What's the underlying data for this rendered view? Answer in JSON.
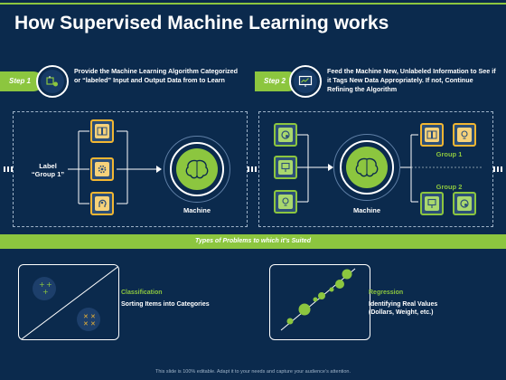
{
  "title": "How Supervised Machine Learning works",
  "steps": [
    {
      "label": "Step 1",
      "icon": "machine-learning-icon",
      "text": "Provide the Machine Learning Algorithm Categorized or “labeled” Input and Output Data from to Learn"
    },
    {
      "label": "Step 2",
      "icon": "monitor-chart-icon",
      "text": "Feed the Machine New, Unlabeled Information to See if it Tags New Data Appropriately. If not, Continue Refining the Algorithm"
    }
  ],
  "left_panel": {
    "label_line1": "Label",
    "label_line2": "“Group 1”",
    "machine_label": "Machine",
    "icons": [
      "book-icon",
      "gear-icon",
      "brain-head-icon"
    ]
  },
  "right_panel": {
    "machine_label": "Machine",
    "group1": "Group 1",
    "group2": "Group 2",
    "input_icons": [
      "brain-gear-icon",
      "presentation-icon",
      "bulb-icon"
    ],
    "group1_icons": [
      "book-icon",
      "bulb-head-icon"
    ],
    "group2_icons": [
      "presentation-icon",
      "brain-gear-icon"
    ]
  },
  "types_banner": "Types of Problems to which it’s Suited",
  "classification": {
    "title": "Classification",
    "description": "Sorting Items into Categories"
  },
  "regression": {
    "title": "Regression",
    "description_line1": "Identifying Real Values",
    "description_line2": "(Dollars, Weight, etc.)"
  },
  "footer": "This slide is 100% editable. Adapt it to your needs and capture your audience’s attention.",
  "colors": {
    "background": "#0b2a4d",
    "accent_green": "#8cc63f",
    "accent_yellow": "#f2b632",
    "text": "#ffffff"
  }
}
